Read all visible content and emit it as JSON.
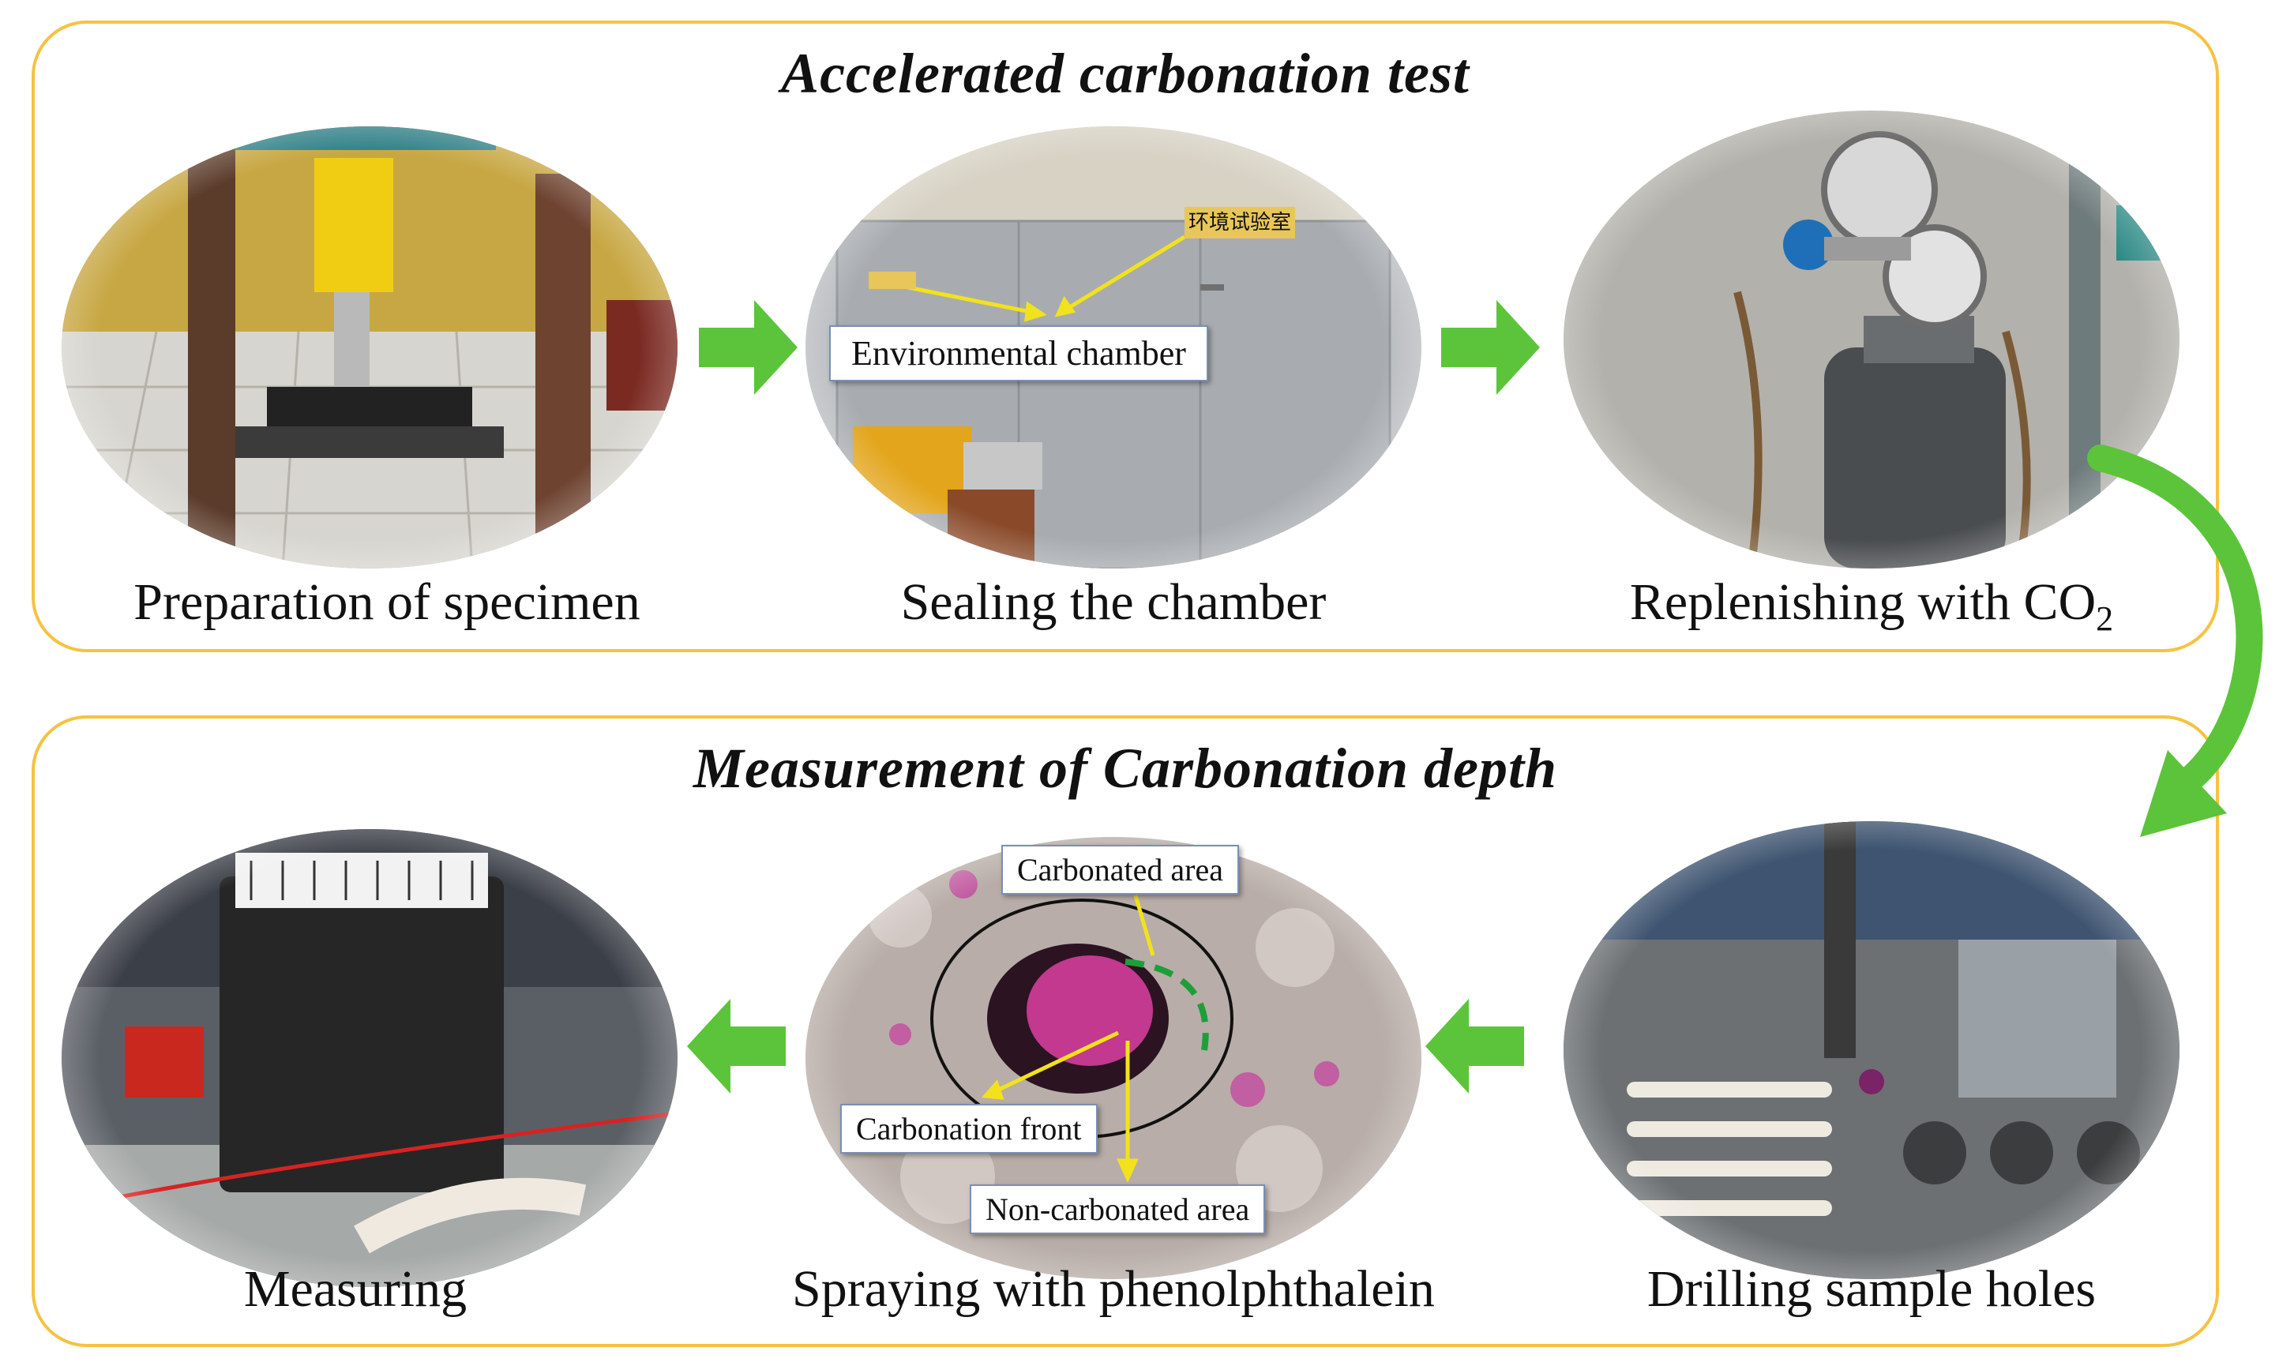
{
  "top_panel": {
    "title": "Accelerated carbonation test",
    "steps": [
      {
        "caption": "Preparation of specimen"
      },
      {
        "caption": "Sealing the chamber"
      },
      {
        "caption_text": "Replenishing with CO",
        "caption_sub": "2"
      }
    ],
    "annotation": "Environmental chamber",
    "sign_text": "环境试验室"
  },
  "bottom_panel": {
    "title": "Measurement of Carbonation depth",
    "steps": [
      {
        "caption": "Measuring"
      },
      {
        "caption": "Spraying with phenolphthalein"
      },
      {
        "caption": "Drilling sample holes"
      }
    ],
    "annotations": {
      "carbonated": "Carbonated area",
      "front": "Carbonation front",
      "non_carbonated": "Non-carbonated area"
    }
  },
  "colors": {
    "panel_border": "#f5c242",
    "arrow_green": "#5cc43a",
    "pointer_yellow": "#f2e21c",
    "front_dash": "#1e9e3a",
    "indicator_pink": "#c2398f"
  },
  "icons": [
    "right-arrow-icon",
    "left-arrow-icon",
    "curved-arrow-icon"
  ]
}
